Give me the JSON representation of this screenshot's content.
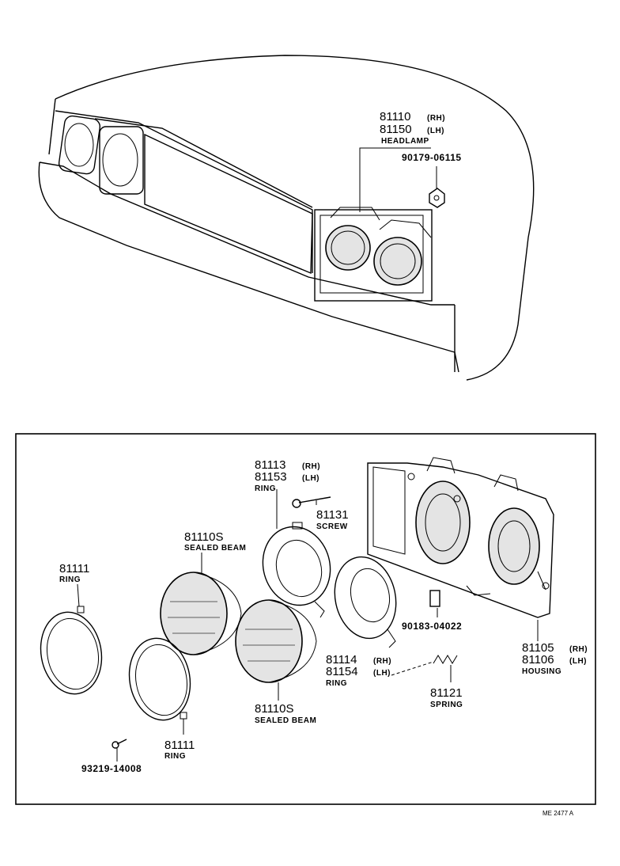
{
  "top": {
    "headlamp": {
      "pn_rh": "81110",
      "side_rh": "(RH)",
      "pn_lh": "81150",
      "side_lh": "(LH)",
      "name": "HEADLAMP"
    },
    "nut": {
      "pn": "90179-06115"
    }
  },
  "parts": {
    "ring_81113": {
      "pn_rh": "81113",
      "side_rh": "(RH)",
      "pn_lh": "81153",
      "side_lh": "(LH)",
      "name": "RING"
    },
    "screw": {
      "pn": "81131",
      "name": "SCREW"
    },
    "sealed_beam_upper": {
      "pn": "81110S",
      "name": "SEALED BEAM"
    },
    "ring_left": {
      "pn": "81111",
      "name": "RING"
    },
    "clip": {
      "pn": "90183-04022"
    },
    "housing": {
      "pn_rh": "81105",
      "side_rh": "(RH)",
      "pn_lh": "81106",
      "side_lh": "(LH)",
      "name": "HOUSING"
    },
    "ring_81114": {
      "pn_rh": "81114",
      "side_rh": "(RH)",
      "pn_lh": "81154",
      "side_lh": "(LH)",
      "name": "RING"
    },
    "spring": {
      "pn": "81121",
      "name": "SPRING"
    },
    "sealed_beam_lower": {
      "pn": "81110S",
      "name": "SEALED BEAM"
    },
    "ring_lower": {
      "pn": "81111",
      "name": "RING"
    },
    "bolt": {
      "pn": "93219-14008"
    }
  },
  "ref_code": "ME 2477 A"
}
